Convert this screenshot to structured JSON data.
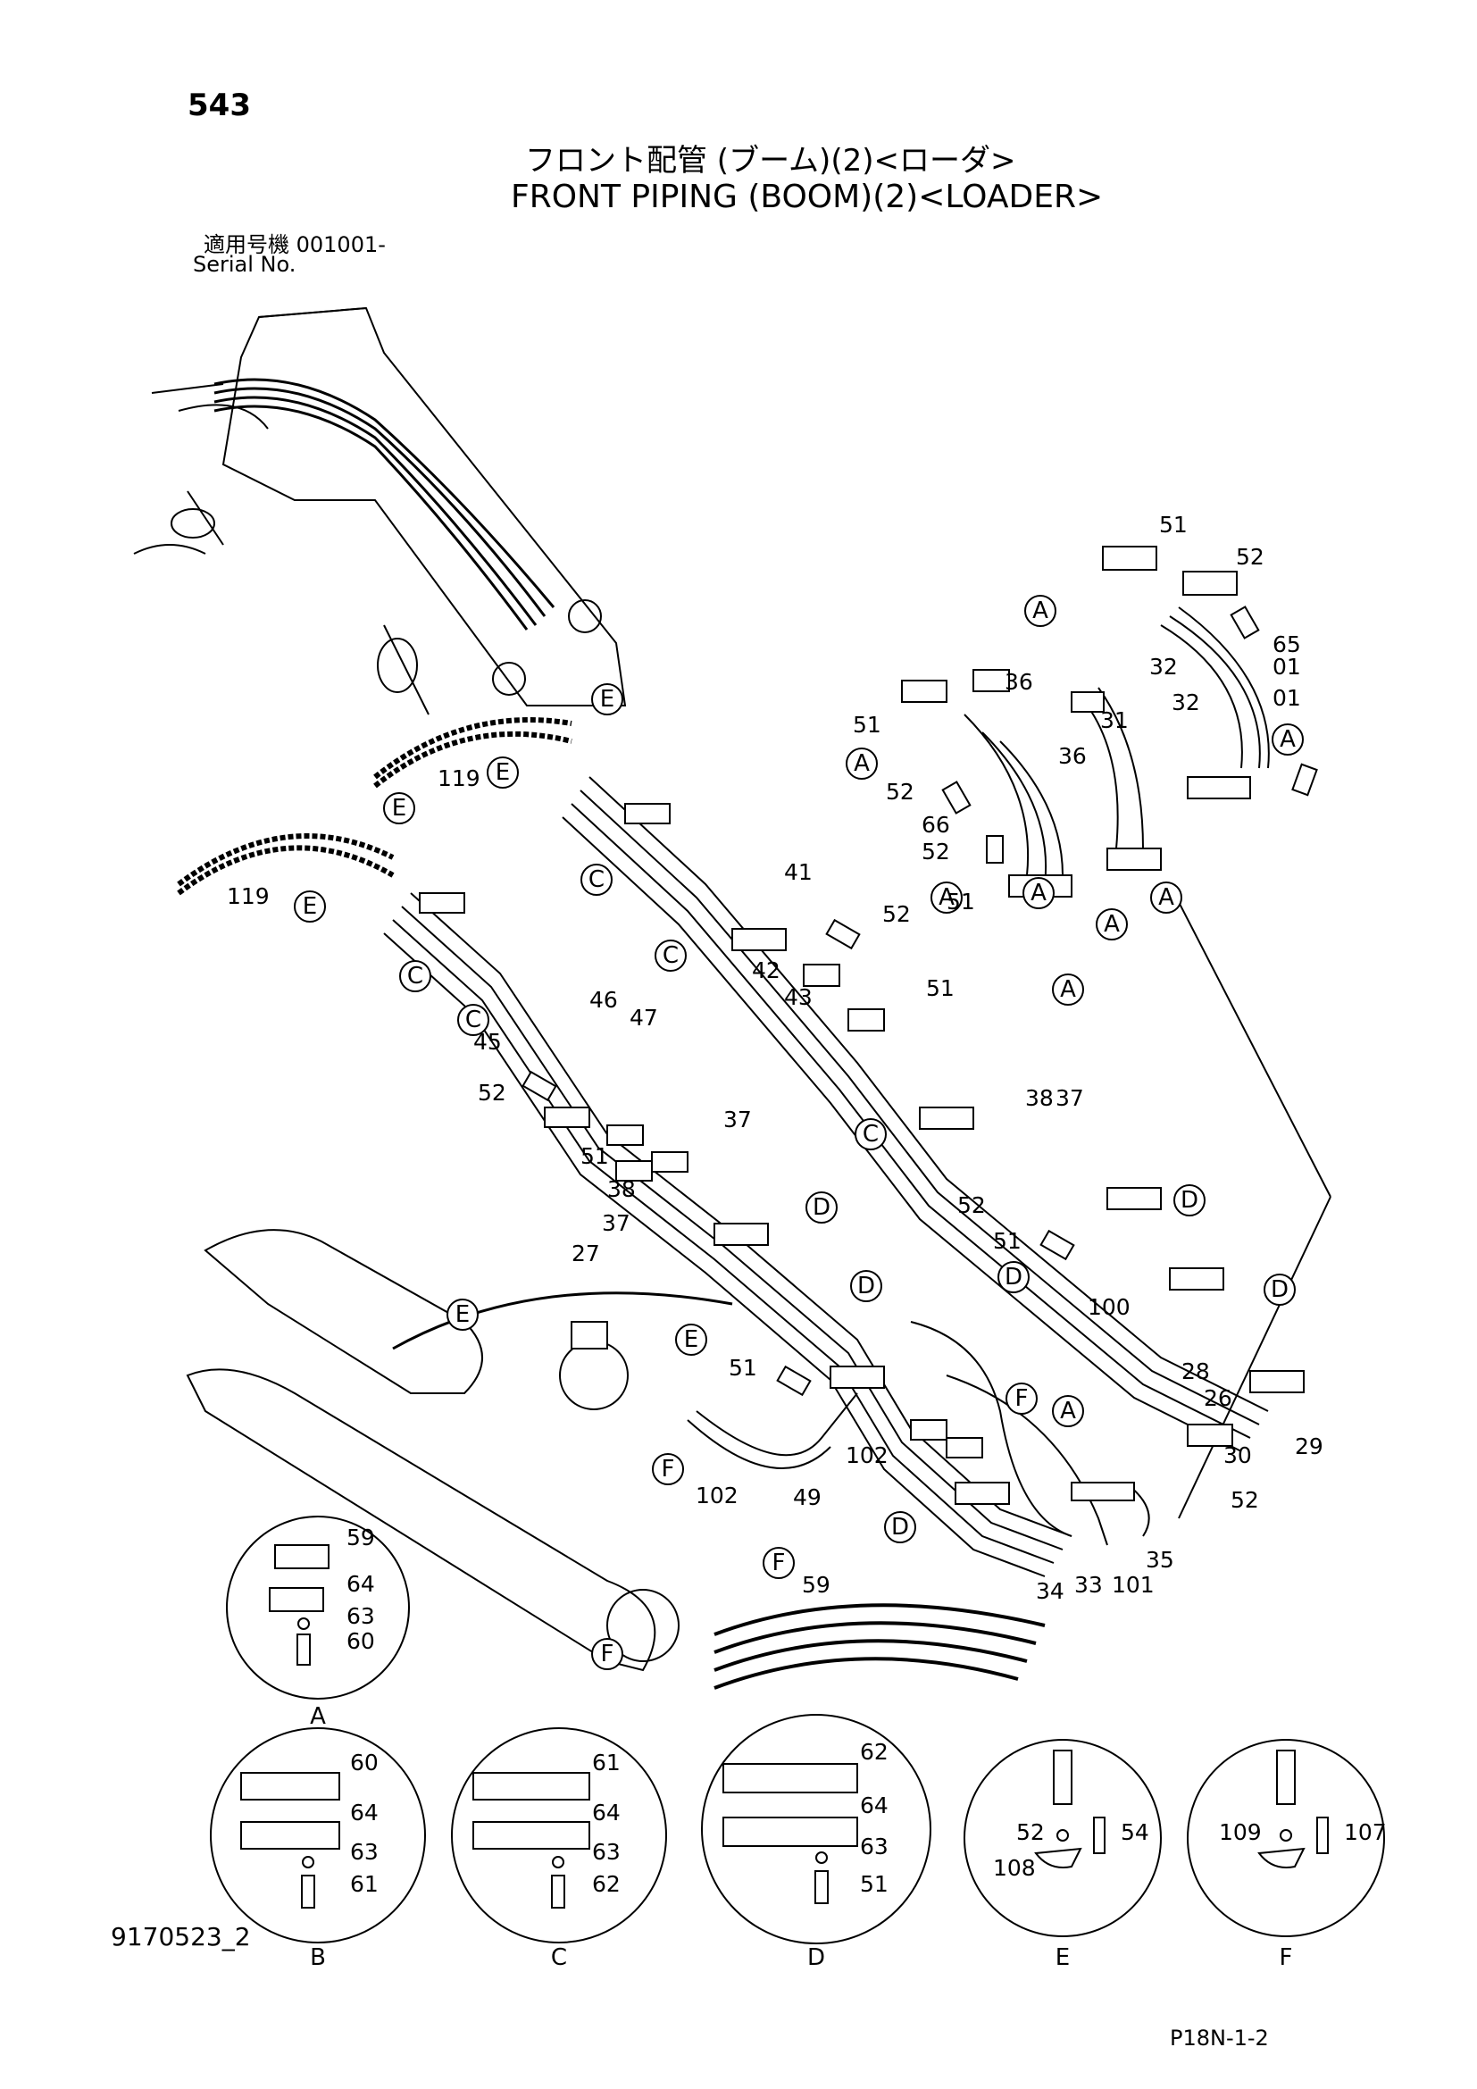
{
  "header": {
    "page_number": "543",
    "title_jp": "フロント配管 (ブーム)(2)<ローダ>",
    "title_en": "FRONT PIPING (BOOM)(2)<LOADER>",
    "serial_label_jp": "適用号機 001001-",
    "serial_label_en": "Serial No."
  },
  "footer": {
    "reference_id": "9170523_2",
    "page_code": "P18N-1-2"
  },
  "part_labels": [
    "51",
    "52",
    "65",
    "01",
    "01",
    "32",
    "32",
    "36",
    "36",
    "31",
    "51",
    "52",
    "66",
    "52",
    "51",
    "119",
    "119",
    "41",
    "52",
    "42",
    "43",
    "51",
    "46",
    "47",
    "45",
    "52",
    "51",
    "38",
    "37",
    "37",
    "38",
    "37",
    "52",
    "51",
    "100",
    "27",
    "28",
    "26",
    "29",
    "30",
    "52",
    "51",
    "102",
    "102",
    "49",
    "35",
    "34",
    "33",
    "101",
    "59",
    "59",
    "64",
    "63",
    "60",
    "60",
    "64",
    "63",
    "61",
    "61",
    "64",
    "63",
    "62",
    "62",
    "64",
    "63",
    "51",
    "52",
    "54",
    "108",
    "109",
    "107"
  ],
  "callouts": [
    "A",
    "A",
    "A",
    "A",
    "A",
    "A",
    "A",
    "A",
    "E",
    "E",
    "E",
    "E",
    "C",
    "C",
    "C",
    "C",
    "C",
    "D",
    "D",
    "D",
    "D",
    "D",
    "D",
    "E",
    "E",
    "F",
    "F",
    "F",
    "F",
    "A",
    "B"
  ],
  "detail_views": [
    "A",
    "B",
    "C",
    "D",
    "E",
    "F"
  ],
  "colors": {
    "ink": "#000000",
    "paper": "#ffffff"
  }
}
